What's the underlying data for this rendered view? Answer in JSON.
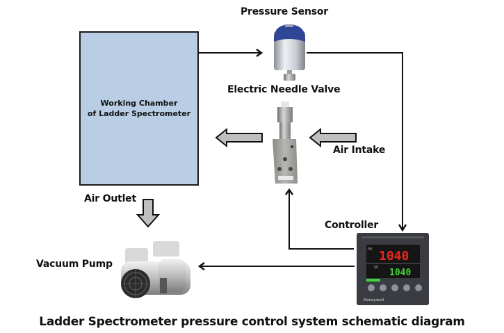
{
  "diagram": {
    "title": "Ladder Spectrometer pressure control system schematic diagram",
    "chamber": {
      "line1": "Working Chamber",
      "line2": "of Ladder Spectrometer",
      "fill_color": "#b9cde5"
    },
    "labels": {
      "pressure_sensor": "Pressure Sensor",
      "needle_valve": "Electric Needle Valve",
      "air_intake": "Air Intake",
      "air_outlet": "Air Outlet",
      "controller": "Controller",
      "vacuum_pump": "Vacuum Pump"
    },
    "controller_display": {
      "pv_label": "PV",
      "pv_value": "1040",
      "sp_label": "SP",
      "sp_value": "1040",
      "brand": "Honeywell",
      "pv_color": "#e8271f",
      "sp_color": "#3fd23a"
    },
    "connections": [
      {
        "from": "Working Chamber",
        "to": "Pressure Sensor",
        "type": "signal-line"
      },
      {
        "from": "Pressure Sensor",
        "to": "Controller",
        "type": "signal-line"
      },
      {
        "from": "Controller",
        "to": "Electric Needle Valve",
        "type": "signal-line"
      },
      {
        "from": "Controller",
        "to": "Vacuum Pump",
        "type": "signal-line"
      },
      {
        "from": "Air Intake",
        "to": "Electric Needle Valve",
        "type": "flow-arrow"
      },
      {
        "from": "Electric Needle Valve",
        "to": "Working Chamber",
        "type": "flow-arrow"
      },
      {
        "from": "Working Chamber",
        "to": "Vacuum Pump",
        "type": "flow-arrow",
        "label": "Air Outlet"
      }
    ]
  }
}
